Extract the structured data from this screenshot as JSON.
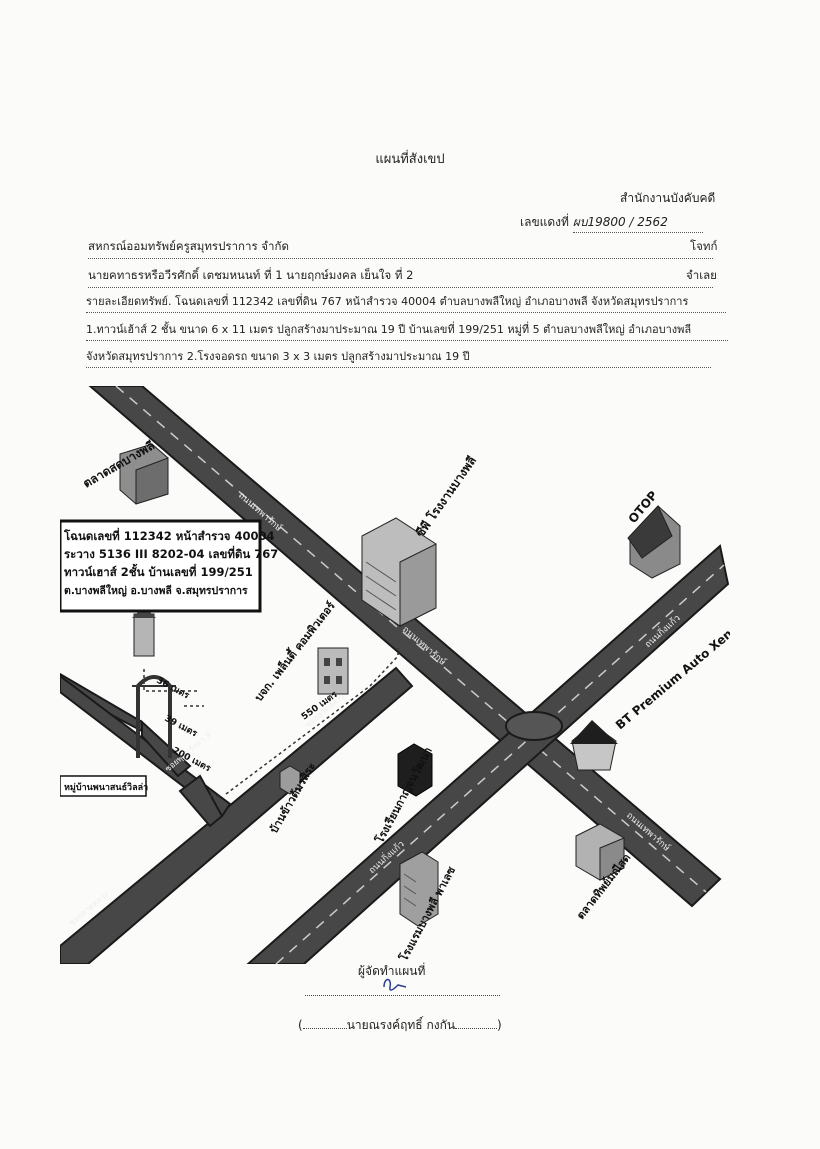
{
  "document": {
    "title": "แผนที่สังเขป",
    "office": "สำนักงานบังคับคดี",
    "case_label": "เลขแดงที่",
    "case_number": "ผบ19800 / 2562"
  },
  "parties": {
    "plaintiff": "สหกรณ์ออมทรัพย์ครูสมุทรปราการ จำกัด",
    "plaintiff_role": "โจทก์",
    "defendant": "นายคทาธรหรือวีรศักดิ์ เตชมหนนท์ ที่ 1 นายฤกษ์มงคล เย็นใจ ที่ 2",
    "defendant_role": "จำเลย"
  },
  "property": {
    "line1": "รายละเอียดทรัพย์. โฉนดเลขที่ 112342 เลขที่ดิน 767 หน้าสำรวจ 40004 ตำบลบางพลีใหญ่ อำเภอบางพลี จังหวัดสมุทรปราการ",
    "line2": "1.ทาวน์เฮ้าส์ 2 ชั้น ขนาด 6 x 11 เมตร ปลูกสร้างมาประมาณ 19 ปี บ้านเลขที่ 199/251 หมู่ที่ 5 ตำบลบางพลีใหญ่ อำเภอบางพลี",
    "line3": "จังหวัดสมุทรปราการ 2.โรงจอดรถ ขนาด 3 x 3 เมตร ปลูกสร้างมาประมาณ 19 ปี"
  },
  "map": {
    "info_box": [
      "โฉนดเลขที่ 112342 หน้าสำรวจ 40004",
      "ระวาง 5136 III 8202-04 เลขที่ดิน 767",
      "ทาวน์เฮาส์ 2ชั้น บ้านเลขที่ 199/251",
      "ต.บางพลีใหญ่ อ.บางพลี จ.สมุทรปราการ"
    ],
    "village_label": "หมู่บ้านพนาสนธ์วิลล่า",
    "landmarks": {
      "market_bangphli": "ตลาดสดบางพลี",
      "cp_factory": "ซีพี โรงงานบางพลี",
      "otop": "OTOP",
      "computer_shop": "บจก. เพล็นตี้ คอมพิวเตอร์",
      "bt_premium": "BT Premium Auto Xenon",
      "kanchanawatana_school": "โรงเรียนกาญจนวัฒนา",
      "sukhothai_house": "บ้านข้าวต้มรสิระ",
      "bangphli_hotel": "โรงแรมบางพลี พาเลซ",
      "market_right": "ตลาดทิพย์มณีสด"
    },
    "roads": {
      "thepharak_upper": "ถนนเทพารักษ์",
      "thepharak_mid": "ถนนเทพารักษ์",
      "thepharak_lower": "ถนนเทพารักษ์",
      "kingkaew_upper": "ถนนกิ่งแก้ว",
      "kingkaew_lower": "ถนนกิ่งแก้ว",
      "soi_lower": "ซอยลาดหลวง",
      "soi_mid": "ซอยลาดหลวง",
      "soi_village": "ซอยพุทธรักษา 9"
    },
    "distances": {
      "d36": "36 เมตร",
      "d39": "39 เมตร",
      "d200": "200 เมตร",
      "d550": "550 เมตร"
    }
  },
  "signature": {
    "title": "ผู้จัดทำแผนที่",
    "open": "(",
    "name": "นายณรงค์ฤทธิ์ กงกัน",
    "close": ")"
  }
}
